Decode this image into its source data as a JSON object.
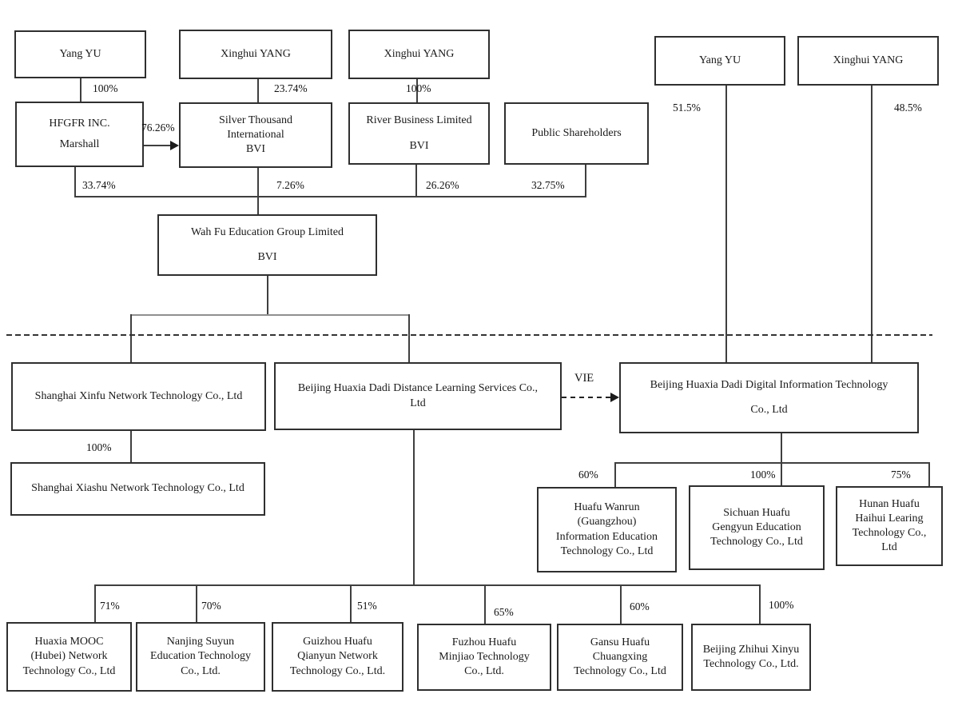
{
  "diagram": {
    "colors": {
      "background": "#ffffff",
      "box_border": "#2f2f2f",
      "line": "#3f3f3f",
      "light_line": "#8f8f8f"
    },
    "nodes": {
      "yang_yu_left": {
        "lines": [
          "Yang YU"
        ]
      },
      "xinghui_yang_left": {
        "lines": [
          "Xinghui YANG"
        ]
      },
      "xinghui_yang_mid": {
        "lines": [
          "Xinghui YANG"
        ]
      },
      "yang_yu_right": {
        "lines": [
          "Yang YU"
        ]
      },
      "xinghui_yang_right": {
        "lines": [
          "Xinghui YANG"
        ]
      },
      "hfgfr": {
        "lines": [
          "HFGFR INC.",
          "Marshall"
        ]
      },
      "silver_thousand": {
        "lines": [
          "Silver Thousand",
          "International",
          "BVI"
        ]
      },
      "river_business": {
        "lines": [
          "River Business Limited",
          "BVI"
        ]
      },
      "public_shareholders": {
        "lines": [
          "Public Shareholders"
        ]
      },
      "wah_fu": {
        "lines": [
          "Wah Fu Education Group Limited",
          "BVI"
        ]
      },
      "shanghai_xinfu": {
        "lines": [
          "Shanghai Xinfu Network Technology Co., Ltd"
        ]
      },
      "beijing_distance": {
        "lines": [
          "Beijing Huaxia Dadi Distance Learning Services Co.,",
          "Ltd"
        ]
      },
      "beijing_digital": {
        "lines": [
          "Beijing Huaxia Dadi Digital Information Technology",
          "Co., Ltd"
        ]
      },
      "shanghai_xiashu": {
        "lines": [
          "Shanghai Xiashu Network Technology Co., Ltd"
        ]
      },
      "huafu_wanrun": {
        "lines": [
          "Huafu Wanrun",
          "(Guangzhou)",
          "Information Education",
          "Technology Co., Ltd"
        ]
      },
      "sichuan_huafu": {
        "lines": [
          "Sichuan Huafu",
          "Gengyun Education",
          "Technology Co., Ltd"
        ]
      },
      "hunan_huafu": {
        "lines": [
          "Hunan Huafu",
          "Haihui Learing",
          "Technology Co.,",
          "Ltd"
        ]
      },
      "huaxia_mooc": {
        "lines": [
          "Huaxia MOOC",
          "(Hubei) Network",
          "Technology Co., Ltd"
        ]
      },
      "nanjing_suyun": {
        "lines": [
          "Nanjing Suyun",
          "Education Technology",
          "Co., Ltd."
        ]
      },
      "guizhou_huafu": {
        "lines": [
          "Guizhou Huafu",
          "Qianyun Network",
          "Technology Co., Ltd."
        ]
      },
      "fuzhou_huafu": {
        "lines": [
          "Fuzhou Huafu",
          "Minjiao Technology",
          "Co., Ltd."
        ]
      },
      "gansu_huafu": {
        "lines": [
          "Gansu Huafu",
          "Chuangxing",
          "Technology Co., Ltd"
        ]
      },
      "beijing_zhihui": {
        "lines": [
          "Beijing Zhihui Xinyu",
          "Technology Co., Ltd."
        ]
      }
    },
    "labels": {
      "yangyu_to_hfgfr": "100%",
      "xinghui_to_silver": "23.74%",
      "xinghui_to_river": "100%",
      "hfgfr_to_silver": "76.26%",
      "yangyu_to_digital": "51.5%",
      "xinghui_to_digital": "48.5%",
      "hfgfr_to_wahfu": "33.74%",
      "silver_to_wahfu": "7.26%",
      "river_to_wahfu": "26.26%",
      "public_to_wahfu": "32.75%",
      "xinfu_to_xiashu": "100%",
      "digital_to_wanrun": "60%",
      "digital_to_sichuan": "100%",
      "digital_to_hunan": "75%",
      "distance_to_mooc": "71%",
      "distance_to_nanjing": "70%",
      "distance_to_guizhou": "51%",
      "distance_to_fuzhou": "65%",
      "distance_to_gansu": "60%",
      "distance_to_zhihui": "100%",
      "vie": "VIE"
    }
  }
}
